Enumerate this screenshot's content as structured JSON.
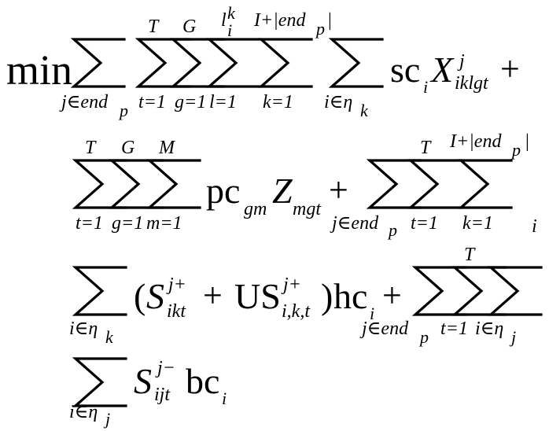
{
  "line1": {
    "min": "min",
    "s1_lo": "j∈end",
    "s1_lo_p": "p",
    "s2_up": "T",
    "s2_lo": "t=1",
    "s3_up": "G",
    "s3_lo": "g=1",
    "s4_up": "l",
    "s4_up_i": "i",
    "s4_up_k": "k",
    "s4_lo": "l=1",
    "s5_up_a": "I+|end",
    "s5_up_p": "p",
    "s5_up_bar": "|",
    "s5_lo": "k=1",
    "s6_lo": "i∈η",
    "s6_lo_k": "k",
    "sc": "sc",
    "sc_i": "i",
    "X": "X",
    "X_sup": "j",
    "X_sub": "iklgt",
    "plus": "+"
  },
  "line2": {
    "s1_up": "T",
    "s1_lo": "t=1",
    "s2_up": "G",
    "s2_lo": "g=1",
    "s3_up": "M",
    "s3_lo": "m=1",
    "pc": "pc",
    "pc_sub": "gm",
    "Z": "Z",
    "Z_sub": "mgt",
    "plus": "+",
    "s4_lo": "j∈end",
    "s4_lo_p": "p",
    "s5_up": "T",
    "s5_lo": "t=1",
    "s6_up_a": "I+|end",
    "s6_up_p": "p",
    "s6_up_bar": "|",
    "s6_lo": "k=1"
  },
  "line3": {
    "s1_lo": "i∈η",
    "s1_lo_k": "k",
    "paren_open": "(",
    "S": "S",
    "S_sup": "j+",
    "S_sub": "ikt",
    "plus_in": "+",
    "US": "US",
    "US_sup": "j+",
    "US_sub": "i,k,t",
    "paren_close": ")",
    "hc": "hc",
    "hc_i": "i",
    "plus": "+",
    "s2_lo": "j∈end",
    "s2_lo_p": "p",
    "s3_up": "T",
    "s3_lo": "t=1",
    "s4_lo": "i∈η",
    "s4_lo_j": "j"
  },
  "line4": {
    "s1_lo": "i∈η",
    "s1_lo_j": "j",
    "S": "S",
    "S_sup": "j−",
    "S_sub": "ijt",
    "bc": "bc",
    "bc_i": "i"
  }
}
